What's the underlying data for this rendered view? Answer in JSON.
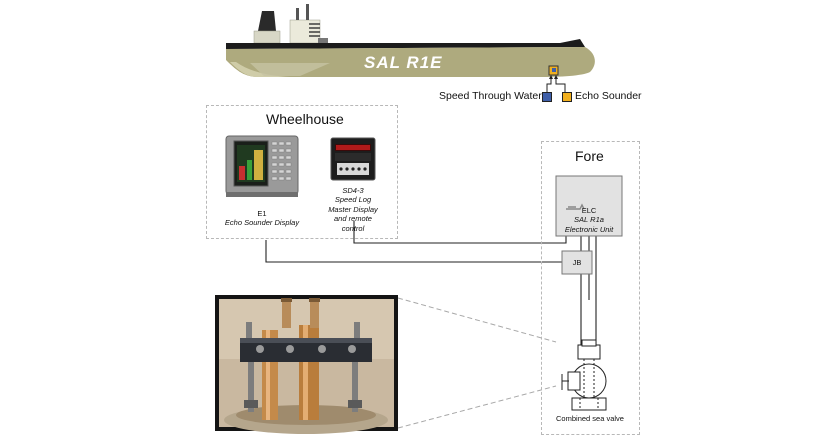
{
  "ship": {
    "name": "SAL R1E"
  },
  "legend": {
    "speed_label": "Speed Through Water",
    "speed_color": "#3f5fa8",
    "echo_label": "Echo Sounder",
    "echo_color": "#f2b01e"
  },
  "wheelhouse": {
    "title": "Wheelhouse",
    "e1_name": "E1",
    "e1_desc": "Echo Sounder Display",
    "sd_name": "SD4-3",
    "sd_desc": "Speed Log Master Display and remote control"
  },
  "fore": {
    "title": "Fore",
    "elc_name": "ELC",
    "elc_desc1": "SAL R1a",
    "elc_desc2": "Electronic Unit",
    "jb_label": "JB",
    "valve_label": "Combined sea valve"
  }
}
